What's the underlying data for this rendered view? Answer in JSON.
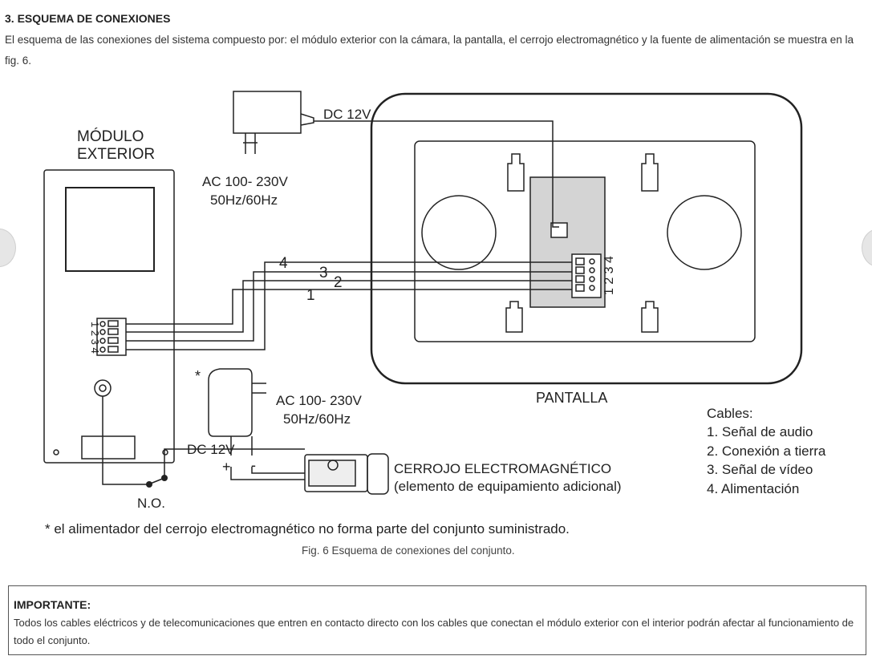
{
  "section": {
    "title": "3. ESQUEMA DE CONEXIONES",
    "intro": "El esquema de las conexiones del sistema compuesto por: el módulo exterior con la cámara, la pantalla, el cerrojo electromagnético y la fuente de alimentación se muestra en la fig. 6."
  },
  "diagram": {
    "outdoor_module_line1": "MÓDULO",
    "outdoor_module_line2": "EXTERIOR",
    "adapter_top_dc": "DC 12V",
    "adapter_top_ac": "AC 100- 230V",
    "adapter_top_hz": "50Hz/60Hz",
    "screen_label": "PANTALLA",
    "wire_1": "1",
    "wire_2": "2",
    "wire_3": "3",
    "wire_4": "4",
    "terminal_numbers": "1 2 3 4",
    "screen_terminal_numbers": "1 2 3 4",
    "adapter_bottom_star": "*",
    "adapter_bottom_ac": "AC 100- 230V",
    "adapter_bottom_hz": "50Hz/60Hz",
    "adapter_bottom_dc": "DC 12V",
    "plus": "+",
    "minus": "-",
    "lock_label": "CERROJO ELECTROMAGNÉTICO",
    "lock_sublabel": "(elemento de equipamiento adicional)",
    "no_label": "N.O.",
    "cables_title": "Cables:",
    "cables": [
      "1. Señal de audio",
      "2. Conexión a tierra",
      "3. Señal de vídeo",
      "4. Alimentación"
    ],
    "footnote": "* el alimentador del cerrojo electromagnético no forma parte del conjunto suministrado.",
    "caption": "Fig. 6 Esquema de conexiones del conjunto."
  },
  "important": {
    "title": "IMPORTANTE:",
    "text": "Todos los cables eléctricos y de telecomunicaciones que entren en contacto directo con los cables que conectan el módulo exterior con el interior podrán afectar al funcionamiento de todo el conjunto."
  }
}
